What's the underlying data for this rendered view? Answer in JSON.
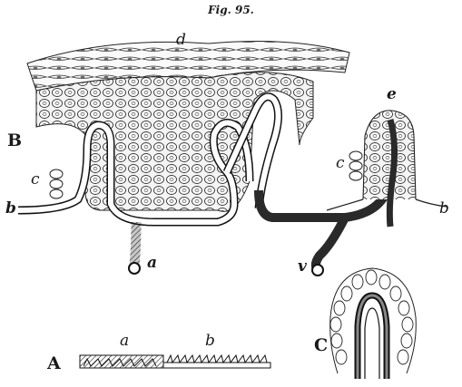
{
  "figure": {
    "title": "Fig. 95.",
    "labels": {
      "d": "d",
      "e": "e",
      "B": "B",
      "c_left": "c",
      "c_right": "c",
      "b_left": "b",
      "b_right": "b",
      "a_top": "a",
      "v": "v",
      "A": "A",
      "a_bottom": "a",
      "b_bottom": "b",
      "C": "C"
    }
  }
}
